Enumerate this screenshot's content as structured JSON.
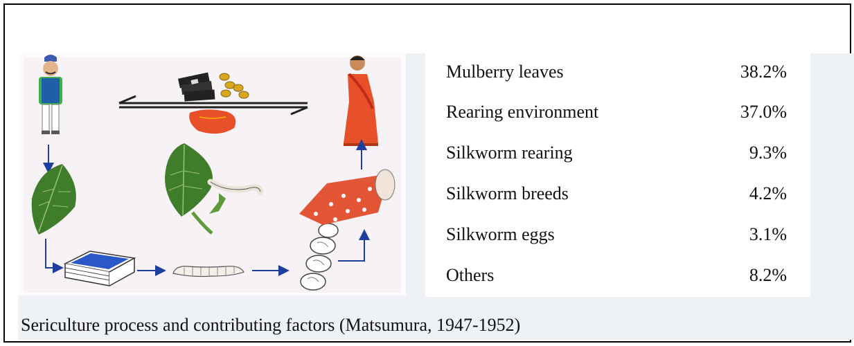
{
  "factors": {
    "rows": [
      {
        "name": "Mulberry leaves",
        "value": "38.2%"
      },
      {
        "name": "Rearing environment",
        "value": "37.0%"
      },
      {
        "name": "Silkworm rearing",
        "value": "9.3%"
      },
      {
        "name": "Silkworm breeds",
        "value": "4.2%"
      },
      {
        "name": "Silkworm eggs",
        "value": "3.1%"
      },
      {
        "name": "Others",
        "value": "8.2%"
      }
    ]
  },
  "caption": "Sericulture process and contributing factors (Matsumura, 1947-1952)",
  "colors": {
    "arrow": "#1f3f9e",
    "leaf": "#3f7d2a",
    "farmer_vest": "#1f5fa8",
    "farmer_shirt": "#3db04a",
    "sari": "#e8502a",
    "tray": "#2a58c8",
    "fabric": "#e25535",
    "money": "#222222",
    "coins": "#d8a620"
  },
  "icons": [
    "farmer-icon",
    "money-icon",
    "coins-icon",
    "trade-arrows-icon",
    "silk-cloth-icon",
    "woman-in-sari-icon",
    "mulberry-leaf-icon",
    "rearing-tray-icon",
    "silkworm-icon",
    "leaf-with-silkworms-icon",
    "cocoons-icon",
    "fabric-roll-icon",
    "flow-arrow-icon"
  ]
}
